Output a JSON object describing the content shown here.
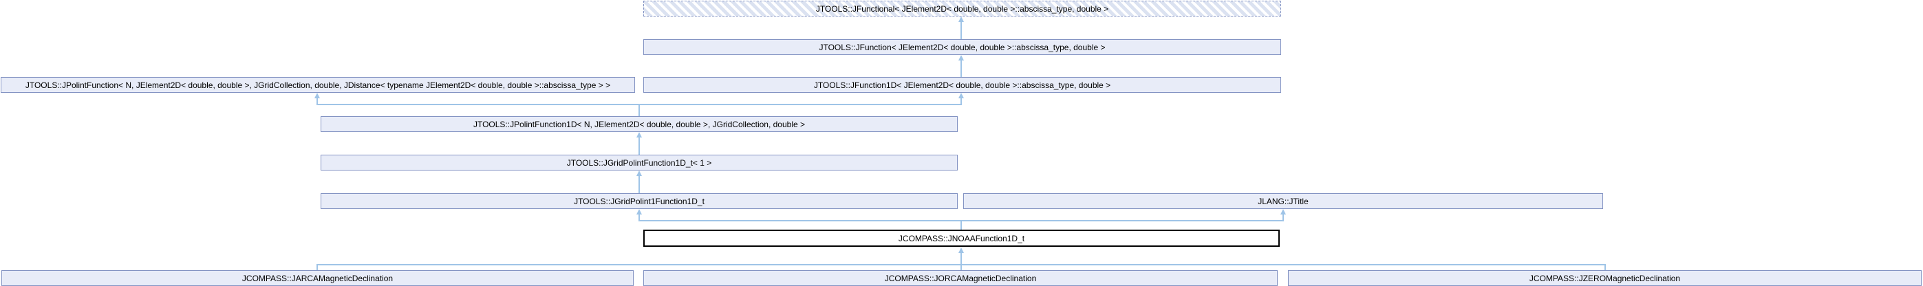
{
  "diagram": {
    "kind": "class-inheritance-graph",
    "colors": {
      "node_fill": "#e8ecf8",
      "node_border": "#8393c3",
      "edge": "#9fc4e7",
      "hatch_stripe": "#dbe2f1",
      "focus_border": "#000000",
      "focus_fill": "#ffffff",
      "text": "#000000",
      "background": "#ffffff"
    },
    "nodes": {
      "jfunctional": {
        "label": "JTOOLS::JFunctional< JElement2D< double, double >::abscissa_type, double >",
        "style": "dashed-hatched-template"
      },
      "jfunction": {
        "label": "JTOOLS::JFunction< JElement2D< double, double >::abscissa_type, double >",
        "style": "linked"
      },
      "jpolintfunction": {
        "label": "JTOOLS::JPolintFunction< N, JElement2D< double, double >, JGridCollection, double, JDistance< typename JElement2D< double, double >::abscissa_type > >",
        "style": "linked"
      },
      "jfunction1d": {
        "label": "JTOOLS::JFunction1D< JElement2D< double, double >::abscissa_type, double >",
        "style": "linked"
      },
      "jpolintfunction1d": {
        "label": "JTOOLS::JPolintFunction1D< N, JElement2D< double, double >, JGridCollection, double >",
        "style": "linked"
      },
      "jgridpolintfunction1d_t": {
        "label": "JTOOLS::JGridPolintFunction1D_t< 1 >",
        "style": "linked"
      },
      "jgridpolint1function1d_t": {
        "label": "JTOOLS::JGridPolint1Function1D_t",
        "style": "linked"
      },
      "jtitle": {
        "label": "JLANG::JTitle",
        "style": "linked"
      },
      "jnoaafunction1d_t": {
        "label": "JCOMPASS::JNOAAFunction1D_t",
        "style": "focus"
      },
      "jarcamagneticdeclination": {
        "label": "JCOMPASS::JARCAMagneticDeclination",
        "style": "linked"
      },
      "jorcamagneticdeclination": {
        "label": "JCOMPASS::JORCAMagneticDeclination",
        "style": "linked"
      },
      "jzeromagneticdeclination": {
        "label": "JCOMPASS::JZEROMagneticDeclination",
        "style": "linked"
      }
    },
    "edges": [
      {
        "from": "jfunction",
        "to": "jfunctional"
      },
      {
        "from": "jfunction1d",
        "to": "jfunction"
      },
      {
        "from": "jpolintfunction1d",
        "to": "jpolintfunction"
      },
      {
        "from": "jpolintfunction1d",
        "to": "jfunction1d"
      },
      {
        "from": "jgridpolintfunction1d_t",
        "to": "jpolintfunction1d"
      },
      {
        "from": "jgridpolint1function1d_t",
        "to": "jgridpolintfunction1d_t"
      },
      {
        "from": "jnoaafunction1d_t",
        "to": "jgridpolint1function1d_t"
      },
      {
        "from": "jnoaafunction1d_t",
        "to": "jtitle"
      },
      {
        "from": "jarcamagneticdeclination",
        "to": "jnoaafunction1d_t"
      },
      {
        "from": "jorcamagneticdeclination",
        "to": "jnoaafunction1d_t"
      },
      {
        "from": "jzeromagneticdeclination",
        "to": "jnoaafunction1d_t"
      }
    ]
  }
}
